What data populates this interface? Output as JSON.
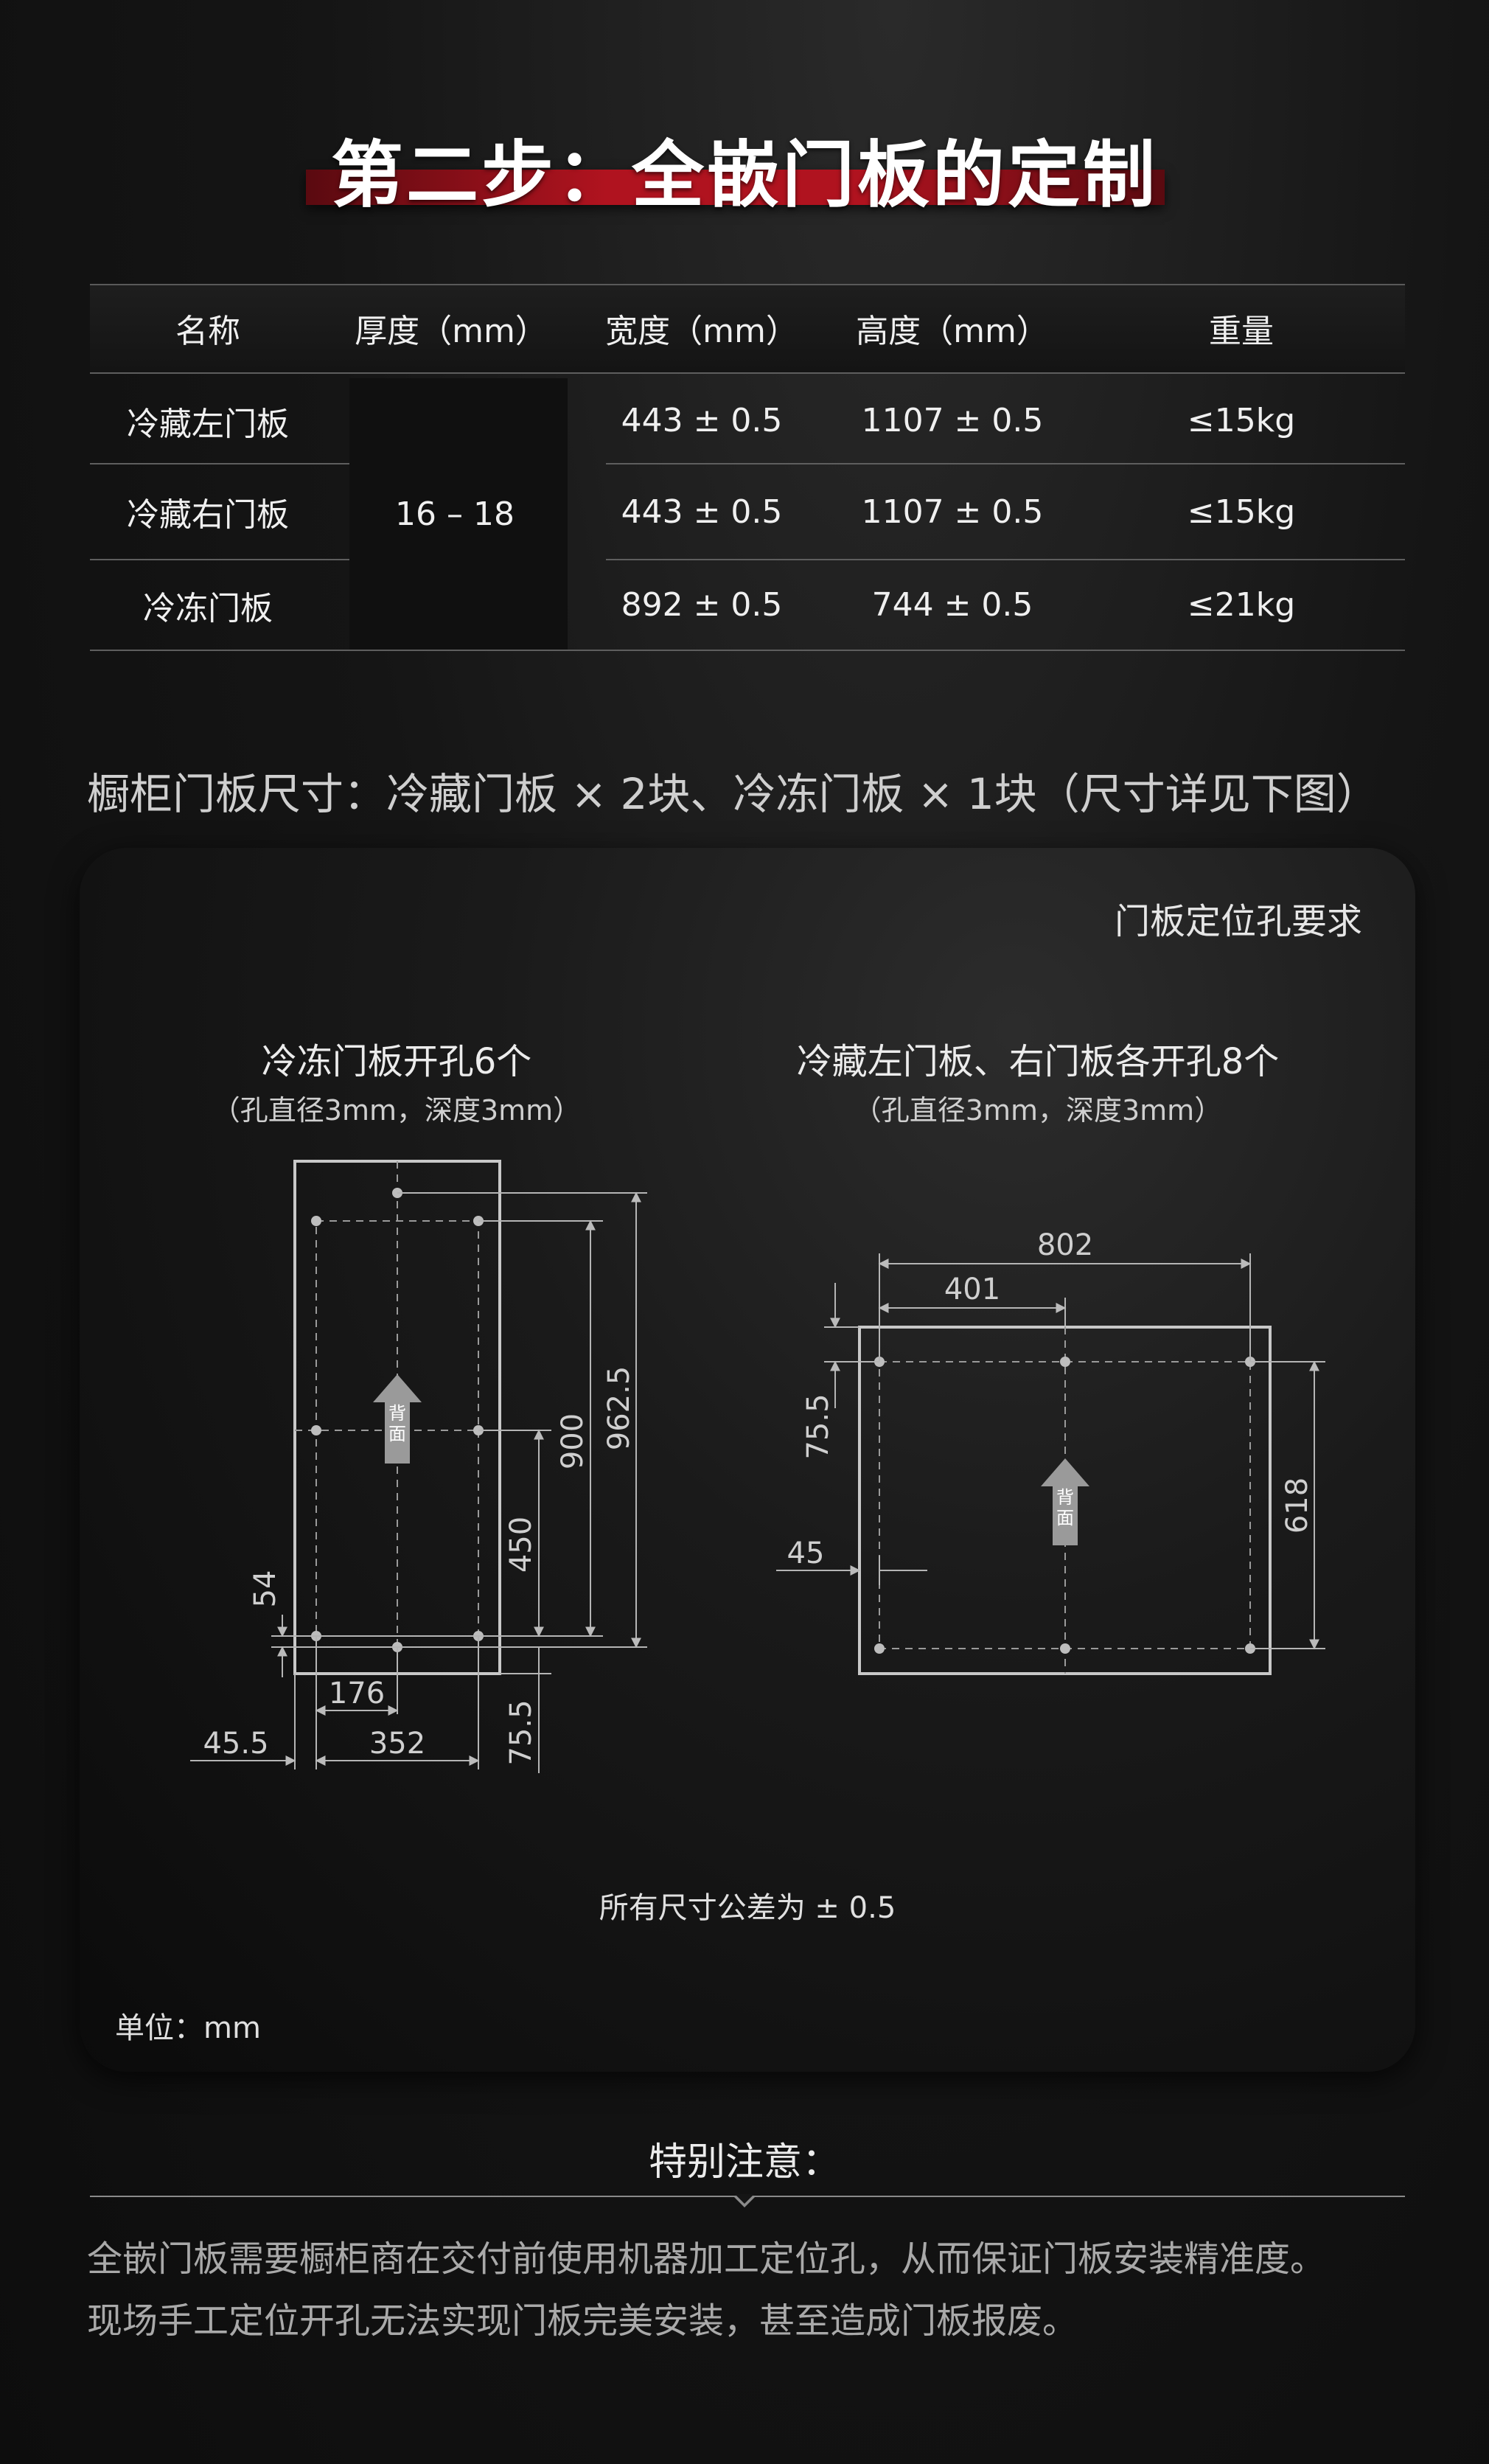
{
  "header": {
    "title": "第二步：全嵌门板的定制"
  },
  "table": {
    "headers": [
      "名称",
      "厚度（mm）",
      "宽度（mm）",
      "高度（mm）",
      "重量"
    ],
    "thickness": "16 – 18",
    "rows": [
      {
        "name": "冷藏左门板",
        "width": "443 ± 0.5",
        "height": "1107 ± 0.5",
        "weight": "≤15kg"
      },
      {
        "name": "冷藏右门板",
        "width": "443 ± 0.5",
        "height": "1107 ± 0.5",
        "weight": "≤15kg"
      },
      {
        "name": "冷冻门板",
        "width": "892 ± 0.5",
        "height": "744 ± 0.5",
        "weight": "≤21kg"
      }
    ]
  },
  "caption": "橱柜门板尺寸：冷藏门板 × 2块、冷冻门板 × 1块（尺寸详见下图）",
  "panel": {
    "title": "门板定位孔要求",
    "left_diagram": {
      "title": "冷冻门板开孔6个",
      "subtitle": "（孔直径3mm，深度3mm）",
      "back_label": [
        "背",
        "面"
      ],
      "dims": {
        "d1": "962.5",
        "d2": "900",
        "d3": "450",
        "d4": "54",
        "d5": "176",
        "d6": "45.5",
        "d7": "352",
        "d8": "75.5"
      }
    },
    "right_diagram": {
      "title": "冷藏左门板、右门板各开孔8个",
      "subtitle": "（孔直径3mm，深度3mm）",
      "back_label": [
        "背",
        "面"
      ],
      "dims": {
        "d1": "802",
        "d2": "401",
        "d3": "75.5",
        "d4": "45",
        "d5": "618"
      }
    },
    "tolerance": "所有尺寸公差为 ± 0.5",
    "unit": "单位：mm"
  },
  "notes": {
    "title": "特别注意：",
    "lines": [
      "全嵌门板需要橱柜商在交付前使用机器加工定位孔，从而保证门板安装精准度。",
      "现场手工定位开孔无法实现门板完美安装，甚至造成门板报废。"
    ]
  }
}
